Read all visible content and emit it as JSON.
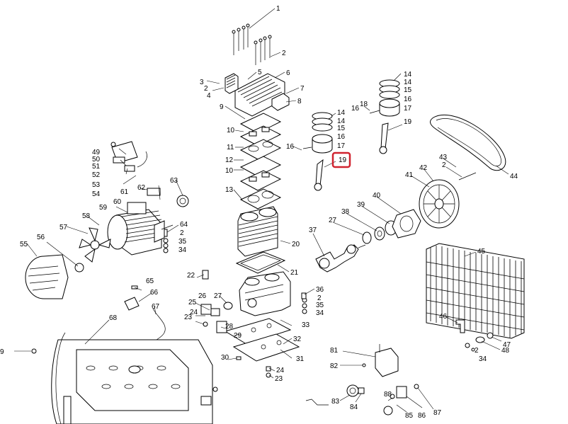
{
  "highlight": {
    "label": "19",
    "color": "#d0232f"
  },
  "callouts": [
    {
      "id": "c1",
      "label": "1"
    },
    {
      "id": "c2a",
      "label": "2"
    },
    {
      "id": "c3",
      "label": "3"
    },
    {
      "id": "c2b",
      "label": "2"
    },
    {
      "id": "c4",
      "label": "4"
    },
    {
      "id": "c5",
      "label": "5"
    },
    {
      "id": "c6",
      "label": "6"
    },
    {
      "id": "c7",
      "label": "7"
    },
    {
      "id": "c8",
      "label": "8"
    },
    {
      "id": "c9",
      "label": "9"
    },
    {
      "id": "c10a",
      "label": "10"
    },
    {
      "id": "c11",
      "label": "11"
    },
    {
      "id": "c12",
      "label": "12"
    },
    {
      "id": "c10b",
      "label": "10"
    },
    {
      "id": "c13",
      "label": "13"
    },
    {
      "id": "c20",
      "label": "20"
    },
    {
      "id": "c21",
      "label": "21"
    },
    {
      "id": "c14a",
      "label": "14"
    },
    {
      "id": "c14b",
      "label": "14"
    },
    {
      "id": "c15a",
      "label": "15"
    },
    {
      "id": "c16a",
      "label": "16"
    },
    {
      "id": "c16b",
      "label": "16"
    },
    {
      "id": "c17a",
      "label": "17"
    },
    {
      "id": "c19a",
      "label": "19"
    },
    {
      "id": "c14c",
      "label": "14"
    },
    {
      "id": "c14d",
      "label": "14"
    },
    {
      "id": "c15b",
      "label": "15"
    },
    {
      "id": "c16c",
      "label": "16"
    },
    {
      "id": "c18",
      "label": "18"
    },
    {
      "id": "c16d",
      "label": "16"
    },
    {
      "id": "c17b",
      "label": "17"
    },
    {
      "id": "c19b",
      "label": "19"
    },
    {
      "id": "c44",
      "label": "44"
    },
    {
      "id": "c43",
      "label": "43"
    },
    {
      "id": "c2c",
      "label": "2"
    },
    {
      "id": "c42",
      "label": "42"
    },
    {
      "id": "c41",
      "label": "41"
    },
    {
      "id": "c40",
      "label": "40"
    },
    {
      "id": "c39",
      "label": "39"
    },
    {
      "id": "c38",
      "label": "38"
    },
    {
      "id": "c27a",
      "label": "27"
    },
    {
      "id": "c37",
      "label": "37"
    },
    {
      "id": "c45",
      "label": "45"
    },
    {
      "id": "c46",
      "label": "46"
    },
    {
      "id": "c47",
      "label": "47"
    },
    {
      "id": "c48",
      "label": "48"
    },
    {
      "id": "c2d",
      "label": "2"
    },
    {
      "id": "c34a",
      "label": "34"
    },
    {
      "id": "c49",
      "label": "49"
    },
    {
      "id": "c50",
      "label": "50"
    },
    {
      "id": "c51",
      "label": "51"
    },
    {
      "id": "c52",
      "label": "52"
    },
    {
      "id": "c53",
      "label": "53"
    },
    {
      "id": "c54",
      "label": "54"
    },
    {
      "id": "c63",
      "label": "63"
    },
    {
      "id": "c61",
      "label": "61"
    },
    {
      "id": "c62",
      "label": "62"
    },
    {
      "id": "c60",
      "label": "60"
    },
    {
      "id": "c59",
      "label": "59"
    },
    {
      "id": "c58",
      "label": "58"
    },
    {
      "id": "c57",
      "label": "57"
    },
    {
      "id": "c56",
      "label": "56"
    },
    {
      "id": "c55",
      "label": "55"
    },
    {
      "id": "c64",
      "label": "64"
    },
    {
      "id": "c2e",
      "label": "2"
    },
    {
      "id": "c35a",
      "label": "35"
    },
    {
      "id": "c34b",
      "label": "34"
    },
    {
      "id": "c22",
      "label": "22"
    },
    {
      "id": "c65",
      "label": "65"
    },
    {
      "id": "c66",
      "label": "66"
    },
    {
      "id": "c67",
      "label": "67"
    },
    {
      "id": "c26",
      "label": "26"
    },
    {
      "id": "c25",
      "label": "25"
    },
    {
      "id": "c24a",
      "label": "24"
    },
    {
      "id": "c23a",
      "label": "23"
    },
    {
      "id": "c27b",
      "label": "27"
    },
    {
      "id": "c28",
      "label": "28"
    },
    {
      "id": "c29",
      "label": "29"
    },
    {
      "id": "c36",
      "label": "36"
    },
    {
      "id": "c2f",
      "label": "2"
    },
    {
      "id": "c35b",
      "label": "35"
    },
    {
      "id": "c34c",
      "label": "34"
    },
    {
      "id": "c33",
      "label": "33"
    },
    {
      "id": "c32",
      "label": "32"
    },
    {
      "id": "c31",
      "label": "31"
    },
    {
      "id": "c30",
      "label": "30"
    },
    {
      "id": "c24b",
      "label": "24"
    },
    {
      "id": "c23b",
      "label": "23"
    },
    {
      "id": "c68",
      "label": "68"
    },
    {
      "id": "c69",
      "label": "9"
    },
    {
      "id": "c81",
      "label": "81"
    },
    {
      "id": "c82",
      "label": "82"
    },
    {
      "id": "c83",
      "label": "83"
    },
    {
      "id": "c84",
      "label": "84"
    },
    {
      "id": "c88",
      "label": "88"
    },
    {
      "id": "c85",
      "label": "85"
    },
    {
      "id": "c86",
      "label": "86"
    },
    {
      "id": "c87",
      "label": "87"
    }
  ]
}
